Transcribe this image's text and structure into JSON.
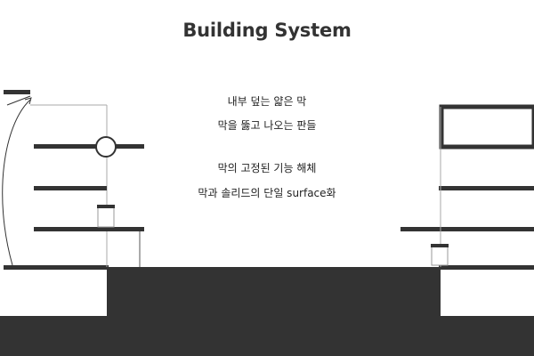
{
  "title": "Building System",
  "captions": [
    "내부 덮는 얇은 막",
    "막을 뚫고 나오는 판들",
    "막의 고정된 기능 해체",
    "막과 솔리드의 단일 surface화"
  ],
  "colors": {
    "solid": "#333333",
    "line": "#333333",
    "thin_line": "#999999",
    "background": "#ffffff"
  }
}
